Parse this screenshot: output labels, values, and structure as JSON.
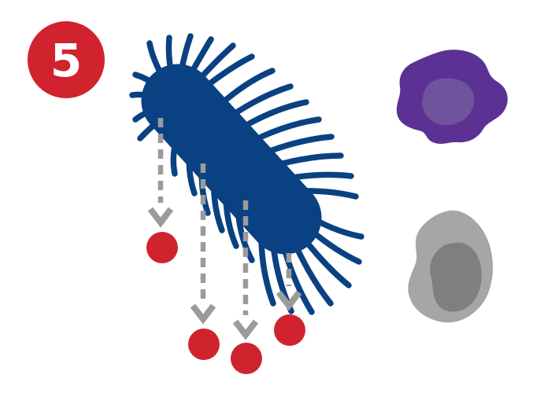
{
  "badge": {
    "number": "5"
  },
  "counts": {
    "arrows": 4,
    "molecules": 4
  },
  "icons": {
    "badge": "step-number-badge",
    "bacterium": "flagellated-rod-bacterium",
    "arrow": "dashed-down-arrow",
    "molecule": "secreted-molecule-dot",
    "purple_cell": "purple-immune-cell",
    "gray_cell": "gray-immune-cell"
  },
  "colors": {
    "background": "#ffffff",
    "badge_red": "#d0232e",
    "number_white": "#ffffff",
    "bacterium_navy": "#0a4183",
    "arrow_gray": "#9b9b9b",
    "molecule_red": "#d0232e",
    "purple_cell_body": "#5b3294",
    "purple_cell_nucleus": "#6f549d",
    "gray_cell_body": "#a6a6a6",
    "gray_cell_nucleus": "#7f7f7f"
  }
}
